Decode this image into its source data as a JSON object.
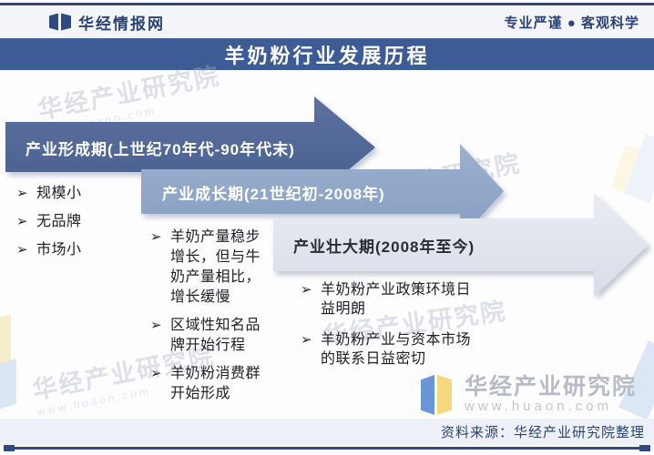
{
  "header": {
    "brand": "华经情报网",
    "slogan": "专业严谨 ● 客观科学"
  },
  "title": "羊奶粉行业发展历程",
  "bullet_glyph": "➢",
  "stages": [
    {
      "label": "产业形成期(上世纪70年代-90年代末)",
      "points": [
        "规模小",
        "无品牌",
        "市场小"
      ]
    },
    {
      "label": "产业成长期(21世纪初-2008年)",
      "points": [
        "羊奶产量稳步增长，但与牛奶产量相比，增长缓慢",
        "区域性知名品牌开始行程",
        "羊奶粉消费群开始形成"
      ]
    },
    {
      "label": "产业壮大期(2008年至今)",
      "points": [
        "羊奶粉产业政策环境日益明朗",
        "羊奶粉产业与资本市场的联系日益密切"
      ]
    }
  ],
  "watermark": {
    "text": "华经产业研究院",
    "subtext": "www.huaon.com"
  },
  "brand_footer": {
    "name": "华经产业研究院",
    "url": "www.huaon.com"
  },
  "source_note": "资料来源：华经产业研究院整理",
  "colors": {
    "primary_navy": "#2e4a80",
    "title_bar_blue": "#3d5b94",
    "stage1_blue": "#47608f",
    "stage2_blue": "#8da4c6",
    "stage3_gray": "#dfe3ec",
    "footer_bar": "#edf0f6",
    "logo_yellow": "#f6d87e",
    "logo_blue": "#6a95d6"
  }
}
